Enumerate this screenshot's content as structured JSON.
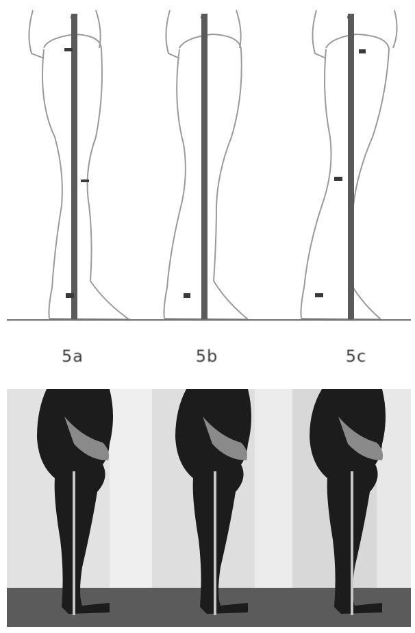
{
  "figure": {
    "colors": {
      "line_art": "#9a9a9a",
      "plumb_pole": "#5a5a5a",
      "wall_light": "#dcdcdc",
      "floor": "#5b5b5b",
      "body": "#1c1c1c"
    },
    "panels": [
      {
        "label": "5a"
      },
      {
        "label": "5b"
      },
      {
        "label": "5c"
      }
    ]
  }
}
